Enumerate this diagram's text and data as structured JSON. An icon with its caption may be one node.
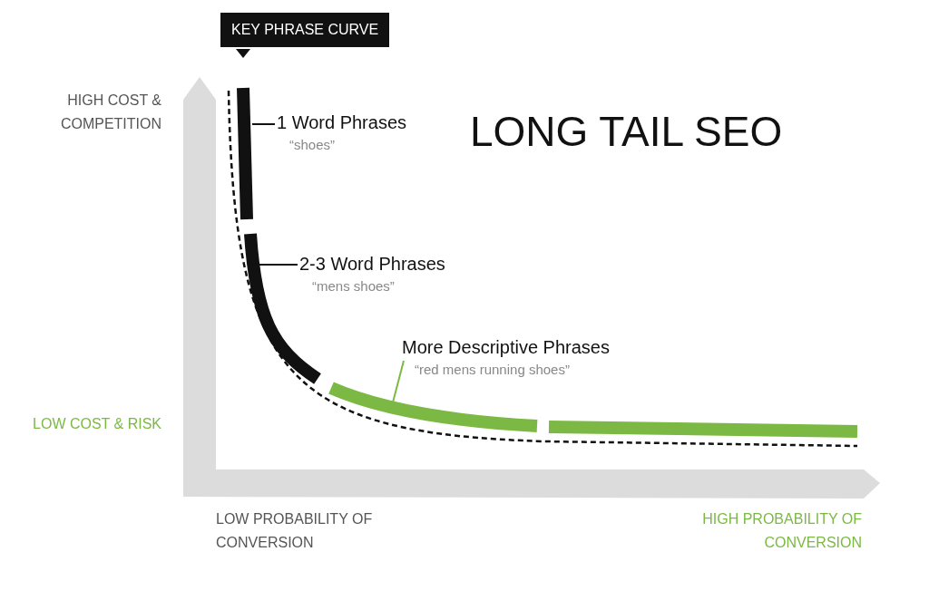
{
  "diagram": {
    "title": "LONG TAIL SEO",
    "nodes": [
      {
        "text": [
          "1 Word Phrases",
          "“shoes”"
        ]
      },
      {
        "text": [],
        "shape": "bar"
      },
      {
        "text": [
          "2-3 Word Phrases",
          "“mens shoes”"
        ]
      },
      {
        "text": [],
        "shape": "bar"
      },
      {
        "text": [
          "More Descriptive Phrases",
          "“red mens running shoes”"
        ]
      },
      {
        "text": [],
        "shape": "bar"
      }
    ],
    "edges": [
      {
        "from": 0,
        "to": 1,
        "arrow": "none"
      },
      {
        "from": 2,
        "to": 3,
        "arrow": "none"
      },
      {
        "from": 4,
        "to": 5,
        "arrow": "none",
        "color": "#7cb944"
      }
    ],
    "labels": [
      "KEY PHRASE CURVE",
      "HIGH COST & COMPETITION",
      "LOW COST & RISK",
      "LOW PROBABILITY OF CONVERSION",
      "HIGH PROBABILITY OF CONVERSION"
    ]
  }
}
